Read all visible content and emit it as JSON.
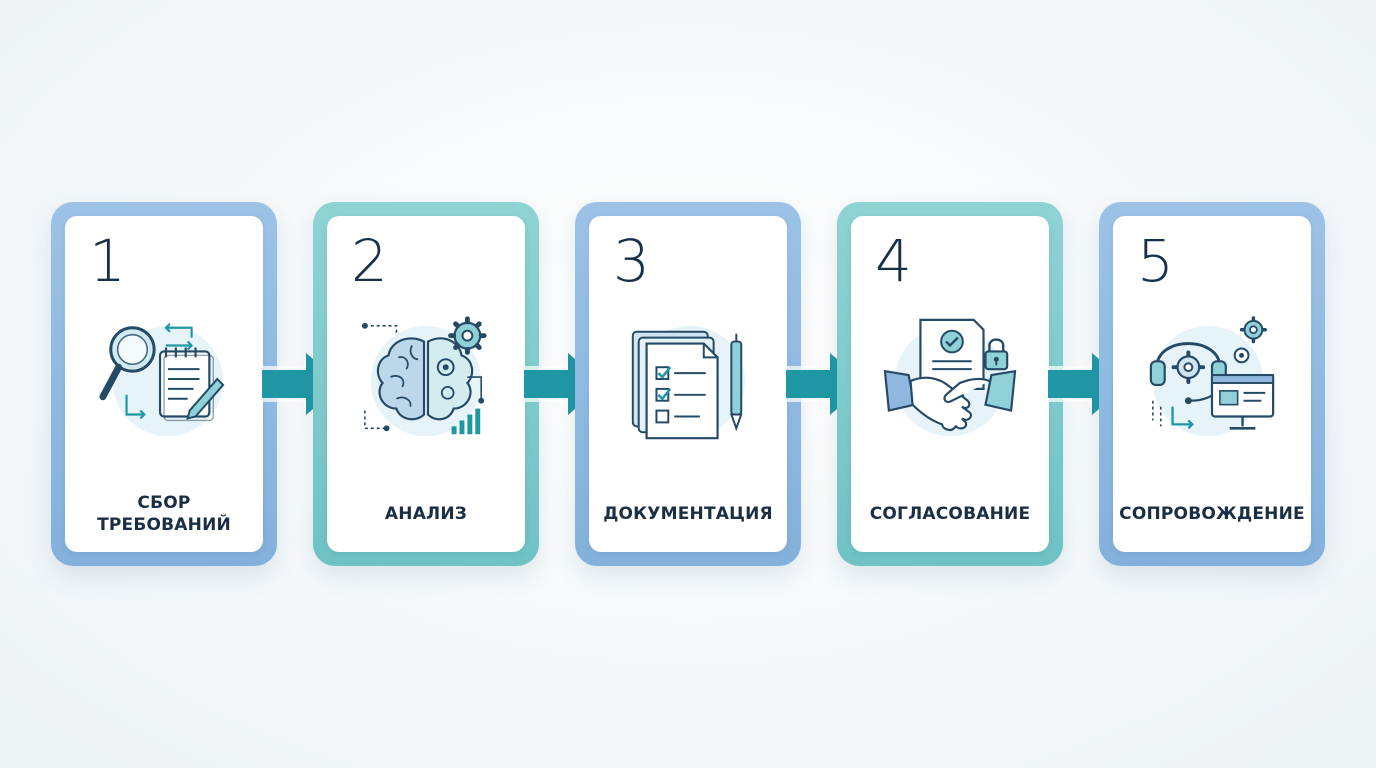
{
  "steps": [
    {
      "number": "1",
      "label_lines": [
        "СБОР",
        "ТРЕБОВАНИЙ"
      ],
      "icon": "magnifier-notepad-icon"
    },
    {
      "number": "2",
      "label_lines": [
        "АНАЛИЗ"
      ],
      "icon": "brain-gears-icon"
    },
    {
      "number": "3",
      "label_lines": [
        "ДОКУМЕНТАЦИЯ"
      ],
      "icon": "documents-checklist-icon"
    },
    {
      "number": "4",
      "label_lines": [
        "СОГЛАСОВАНИЕ"
      ],
      "icon": "handshake-contract-icon"
    },
    {
      "number": "5",
      "label_lines": [
        "СОПРОВОЖДЕНИЕ"
      ],
      "icon": "headset-support-icon"
    }
  ],
  "colors": {
    "blue_frame": "#8ab7e0",
    "teal_frame": "#79c7c8",
    "arrow": "#1f97a5",
    "text": "#1b2e44",
    "icon_stroke": "#254a66",
    "icon_fill": "#8fd1d6"
  }
}
